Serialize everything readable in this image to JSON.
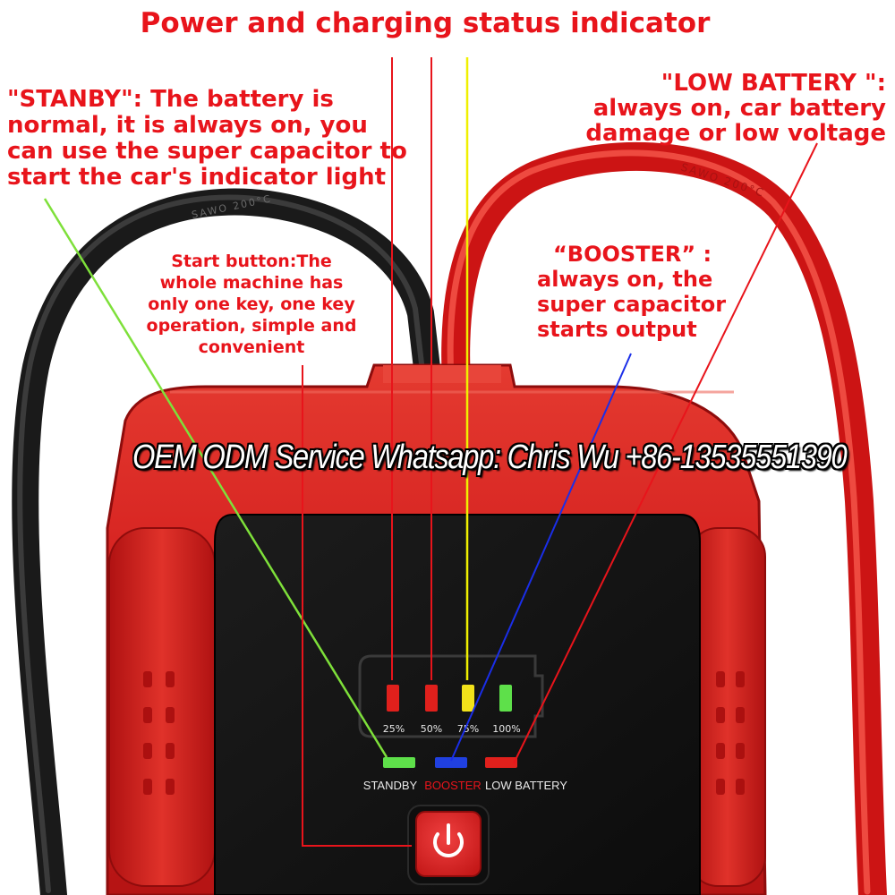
{
  "title": "Power and charging status indicator",
  "stanby": {
    "lines": [
      "\"STANBY\": The battery is",
      "normal, it is always on, you",
      "can use the super capacitor to",
      "start the car's indicator light"
    ]
  },
  "low_battery": {
    "lines": [
      "\"LOW BATTERY \":",
      "always on, car battery",
      "damage or low voltage"
    ]
  },
  "booster": {
    "lines": [
      "“BOOSTER” :",
      "always on, the",
      "super capacitor",
      "starts output"
    ]
  },
  "start_button": {
    "lines": [
      "Start button:The",
      "whole machine has",
      "only one key, one key",
      "operation, simple and",
      "convenient"
    ]
  },
  "watermark": "OEM ODM Service Whatsapp: Chris Wu +86-13535551390",
  "panel": {
    "levels": [
      "25%",
      "50%",
      "75%",
      "100%"
    ],
    "status_labels": {
      "standby": "STANDBY",
      "booster": "BOOSTER",
      "low_battery": "LOW BATTERY"
    }
  },
  "cable_prints": {
    "black": "SAWO 200°C",
    "red": "SAWO 200°C"
  },
  "colors": {
    "annotation_red": "#e8141b",
    "case_red": "#d81e1e",
    "panel_black": "#141414",
    "led_red": "#e0201c",
    "led_yellow": "#f2e21a",
    "led_green": "#5ee04a",
    "led_blue": "#2040e0",
    "line_green": "#7ee03a",
    "line_yellow": "#f0f000",
    "line_blue": "#1a2ee8"
  }
}
